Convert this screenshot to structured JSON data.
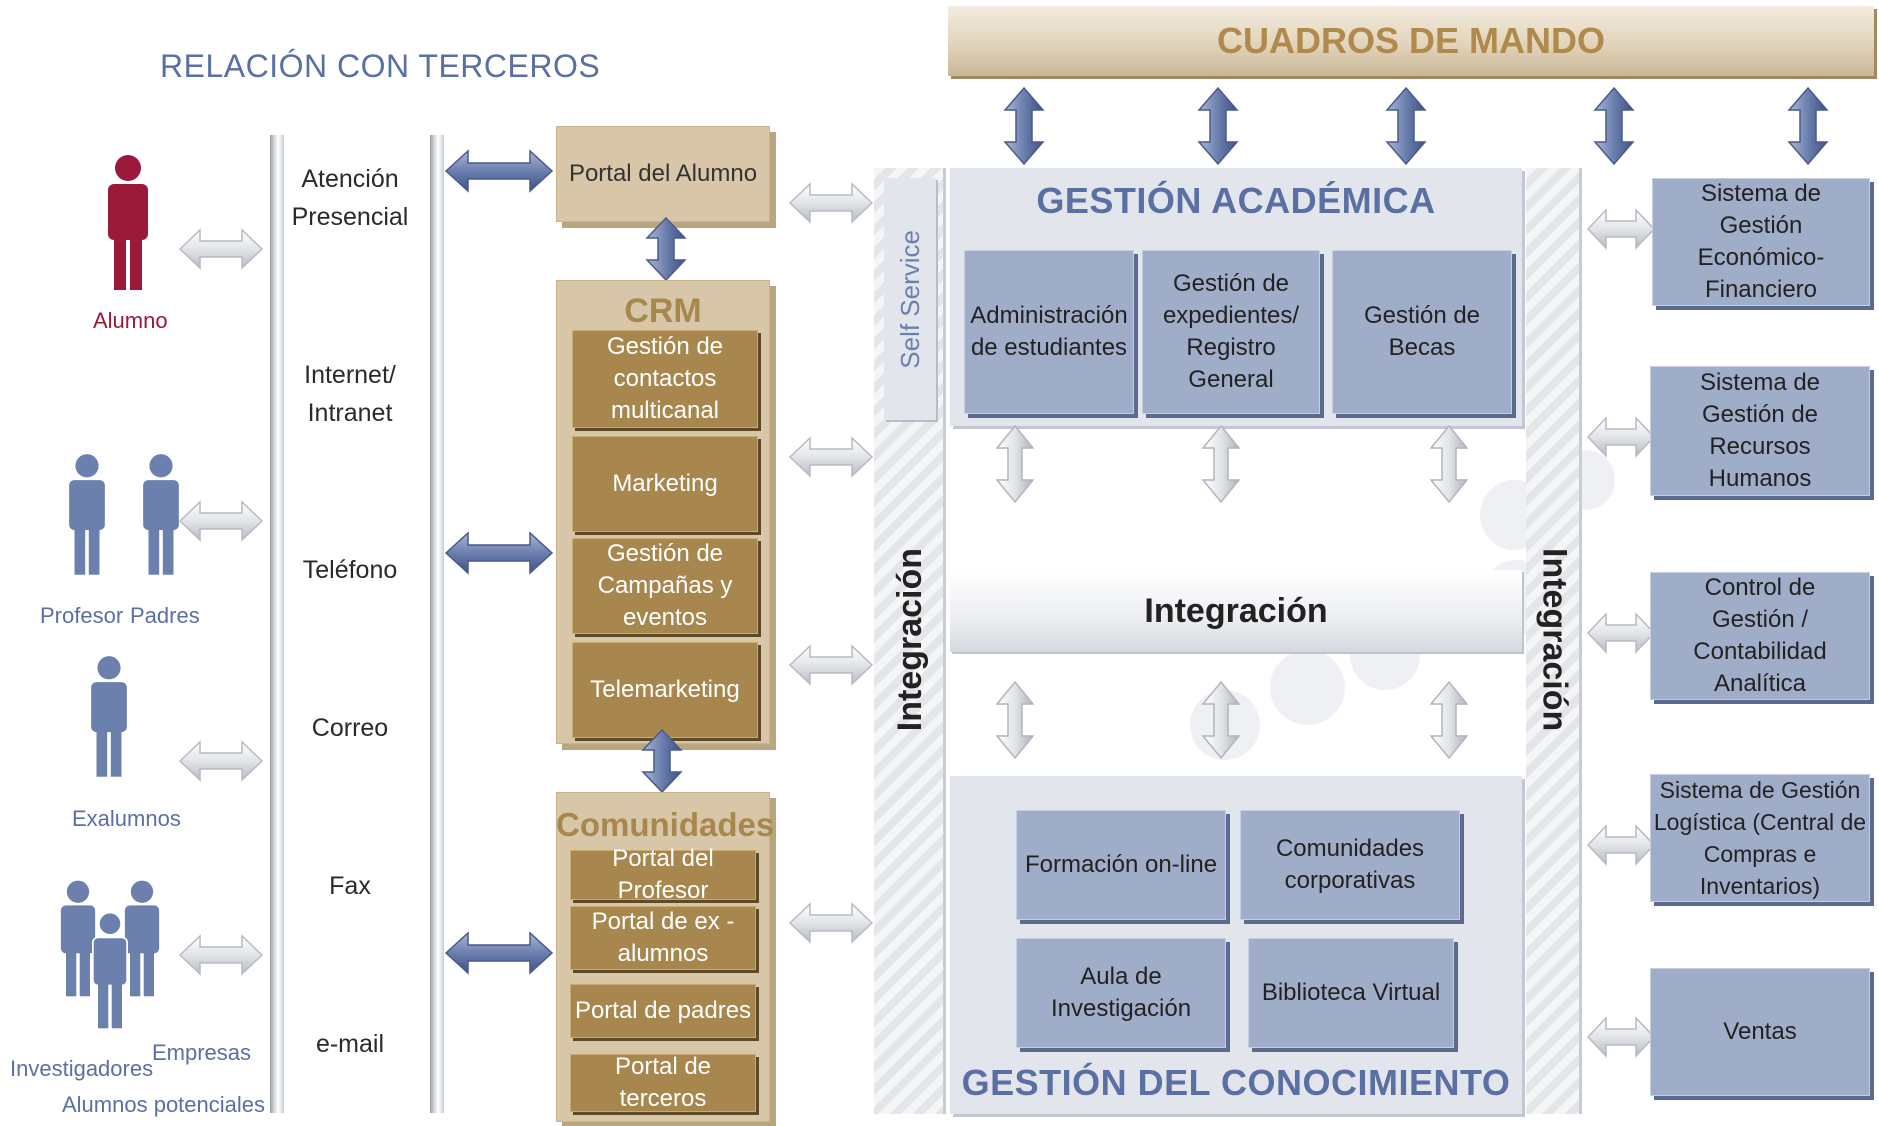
{
  "header": {
    "relacion_terceros": "RELACIÓN CON TERCEROS",
    "cuadros_de_mando": "CUADROS DE MANDO"
  },
  "actors": {
    "alumno": "Alumno",
    "profesor": "Profesor",
    "padres": "Padres",
    "exalumnos": "Exalumnos",
    "investigadores": "Investigadores",
    "empresas": "Empresas",
    "alumnos_potenciales": "Alumnos potenciales"
  },
  "channels": {
    "presencial_1": "Atención",
    "presencial_2": "Presencial",
    "internet_1": "Internet/",
    "internet_2": "Intranet",
    "telefono": "Teléfono",
    "correo": "Correo",
    "fax": "Fax",
    "email": "e-mail"
  },
  "portal_alumno": "Portal del Alumno",
  "crm": {
    "title": "CRM",
    "items": [
      "Gestión de contactos multicanal",
      "Marketing",
      "Gestión de Campañas y eventos",
      "Telemarketing"
    ]
  },
  "comunidades": {
    "title": "Comunidades",
    "items": [
      "Portal del Profesor",
      "Portal de ex - alumnos",
      "Portal de padres",
      "Portal de terceros"
    ]
  },
  "self_service": "Self Service",
  "integracion_left": "Integración",
  "integracion_center": "Integración",
  "integracion_right": "Integración",
  "gestion_academica": {
    "title": "GESTIÓN ACADÉMICA",
    "items": [
      "Administración de estudiantes",
      "Gestión de expedientes/ Registro General",
      "Gestión de Becas"
    ]
  },
  "gestion_conocimiento": {
    "title": "GESTIÓN DEL CONOCIMIENTO",
    "items": [
      "Formación on-line",
      "Comunidades corporativas",
      "Aula de Investigación",
      "Biblioteca Virtual"
    ]
  },
  "right_systems": [
    "Sistema de Gestión Económico-Financiero",
    "Sistema de Gestión de Recursos Humanos",
    "Control de Gestión / Contabilidad Analítica",
    "Sistema de Gestión Logística (Central de Compras e Inventarios)",
    "Ventas"
  ],
  "colors": {
    "blue_text": "#5a6fa3",
    "tan": "#a8874f",
    "box_blue": "#9fadc9",
    "alumno_red": "#9b1a3a"
  },
  "icons": [
    "person-icon",
    "double-arrow-icon"
  ]
}
